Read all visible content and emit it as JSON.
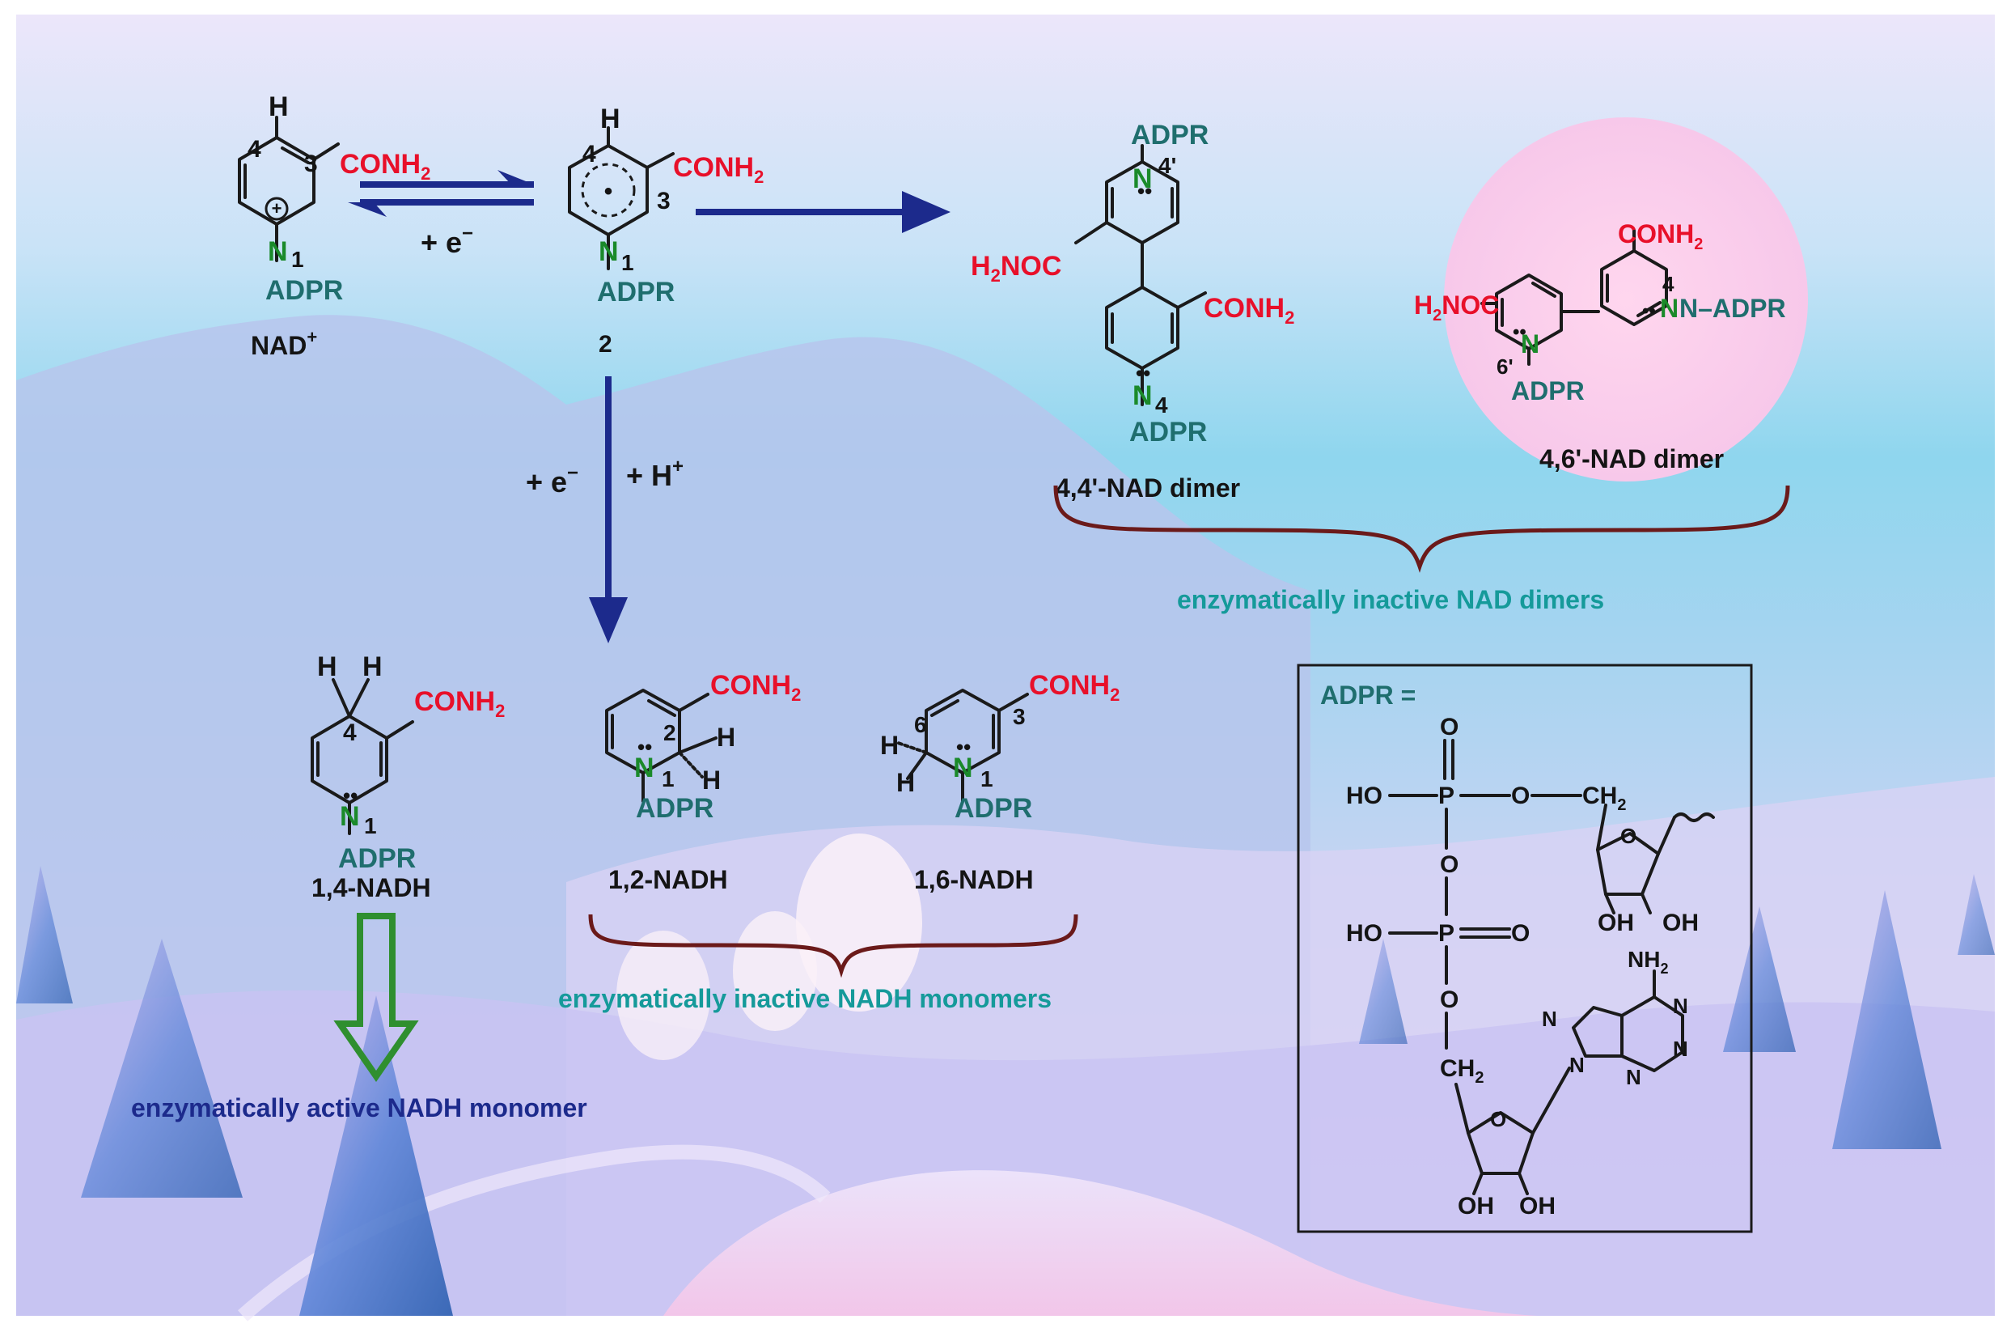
{
  "colors": {
    "carbonyl_red": "#e8102a",
    "nitrogen_green": "#1a8a2a",
    "adpr_teal": "#1f6e6e",
    "caption_teal": "#159a9a",
    "arrow_navy": "#1c2a8c",
    "hollow_arrow_green": "#2f8f2f",
    "brace_maroon": "#6b1a1a"
  },
  "atoms": {
    "H": "H",
    "N": "N",
    "O": "O",
    "P": "P",
    "CH2": "CH",
    "CONH2": "CONH",
    "H2NOC_h": "H",
    "H2NOC_rest": "NOC",
    "ADPR": "ADPR",
    "N_ADPR": "N–ADPR",
    "HO": "HO",
    "OH": "OH",
    "NH2": "NH",
    "sub2": "2",
    "plus_circle": "+",
    "dot": "•",
    "lone_pair": "••"
  },
  "numbers": {
    "n1": "1",
    "n2": "2",
    "n3": "3",
    "n4": "4",
    "n6": "6",
    "n4p": "4'",
    "n6p": "6'"
  },
  "reagents": {
    "one_electron": "+ e",
    "one_electron_sup": "−",
    "electron": "+ e",
    "electron_sup": "−",
    "proton": "+ H",
    "proton_sup": "+"
  },
  "species": {
    "nad": "NAD",
    "nad_sup": "+",
    "radical": "2",
    "dimer44": "4,4'-NAD dimer",
    "dimer46": "4,6'-NAD dimer",
    "nadh14": "1,4-NADH",
    "nadh12": "1,2-NADH",
    "nadh16": "1,6-NADH"
  },
  "captions": {
    "inactive_dimers": "enzymatically inactive NAD dimers",
    "inactive_monomers": "enzymatically inactive NADH monomers",
    "active_monomer": "enzymatically active NADH monomer"
  },
  "adpr_box": {
    "title": "ADPR ="
  }
}
